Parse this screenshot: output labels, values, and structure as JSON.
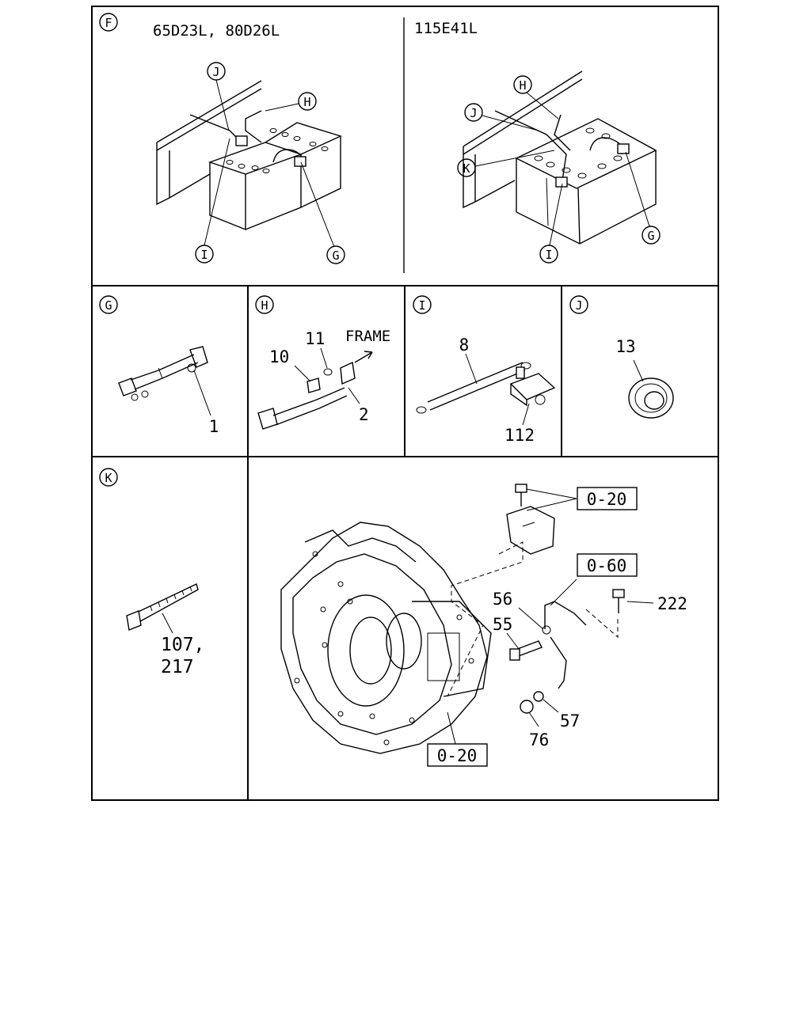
{
  "panels": {
    "f_left": {
      "letter": "F",
      "caption": "65D23L, 80D26L",
      "callouts": [
        "J",
        "H",
        "I",
        "G"
      ]
    },
    "f_right": {
      "caption": "115E41L",
      "callouts": [
        "H",
        "J",
        "K",
        "I",
        "G"
      ]
    },
    "g": {
      "letter": "G",
      "parts": [
        "1"
      ]
    },
    "h": {
      "letter": "H",
      "parts": [
        "10",
        "11",
        "2"
      ],
      "note": "FRAME"
    },
    "i": {
      "letter": "I",
      "parts": [
        "8",
        "112"
      ]
    },
    "j": {
      "letter": "J",
      "parts": [
        "13"
      ]
    },
    "k": {
      "letter": "K",
      "parts": [
        "107,",
        "217"
      ]
    },
    "main": {
      "refs": [
        "0-20",
        "0-60",
        "0-20"
      ],
      "parts": [
        "222",
        "56",
        "55",
        "57",
        "76"
      ]
    }
  }
}
